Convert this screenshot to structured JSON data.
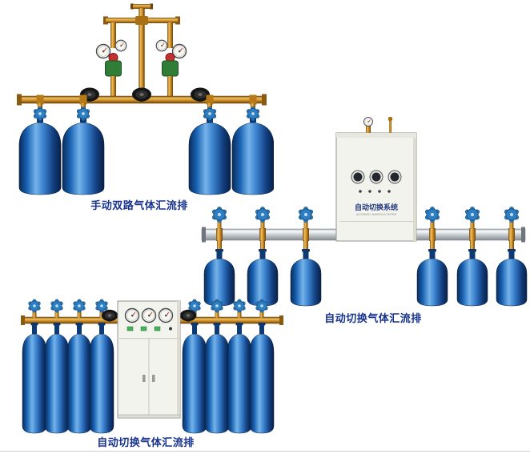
{
  "products": [
    {
      "caption": "手动双路气体汇流排"
    },
    {
      "caption": "自动切换气体汇流排",
      "cabinet_label": "自动切换系统",
      "cabinet_sublabel": "AUTOMATIC MANIFOLD SYSTEM"
    },
    {
      "caption": "自动切换气体汇流排"
    }
  ],
  "palette": {
    "caption_text": "#17338f",
    "cylinder_blue": "#2a73c4",
    "brass": "#d18f22",
    "cabinet_body": "#f3f3ee",
    "rail_silver": "#c7cbd0",
    "valve_wheel_blue": "#2d7fc1",
    "background": "#ffffff"
  }
}
